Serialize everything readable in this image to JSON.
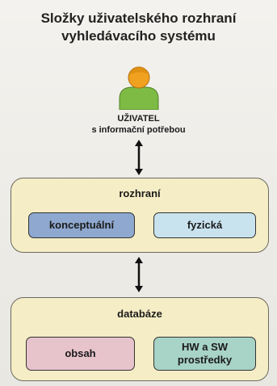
{
  "title": {
    "line1": "Složky uživatelského rozhraní",
    "line2": "vyhledávacího systému"
  },
  "user": {
    "label_line1": "UŽIVATEL",
    "label_line2": "s informační potřebou"
  },
  "interface_layer": {
    "title": "rozhraní",
    "boxes": [
      {
        "label": "konceptuální",
        "color": "#8ea8cf"
      },
      {
        "label": "fyzická",
        "color": "#c8e2ee"
      }
    ]
  },
  "database_layer": {
    "title": "databáze",
    "boxes": [
      {
        "label": "obsah",
        "color": "#e7c3cc"
      },
      {
        "label_line1": "HW a SW",
        "label_line2": "prostředky",
        "color": "#a8d3c7"
      }
    ]
  },
  "colors": {
    "layer_fill": "#f5edc5",
    "user_head": "#f0a11f",
    "user_body": "#7dbb44"
  },
  "icons": [
    "user-icon",
    "double-arrow-icon"
  ]
}
